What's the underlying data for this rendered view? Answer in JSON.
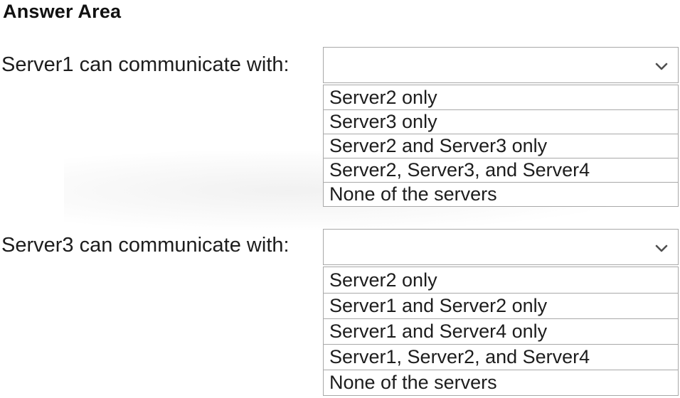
{
  "title": "Answer Area",
  "questions": [
    {
      "label": "Server1 can communicate with:",
      "selected_value": "",
      "options": [
        "Server2 only",
        "Server3 only",
        "Server2 and Server3 only",
        "Server2, Server3, and Server4",
        "None of the servers"
      ]
    },
    {
      "label": "Server3 can communicate with:",
      "selected_value": "",
      "options": [
        "Server2 only",
        "Server1 and Server2 only",
        "Server1 and Server4 only",
        "Server1, Server2, and Server4",
        "None of the servers"
      ]
    }
  ],
  "colors": {
    "text": "#1d1d1d",
    "border": "#a8a8a8",
    "chevron": "#4f4f4f",
    "background": "#ffffff"
  }
}
